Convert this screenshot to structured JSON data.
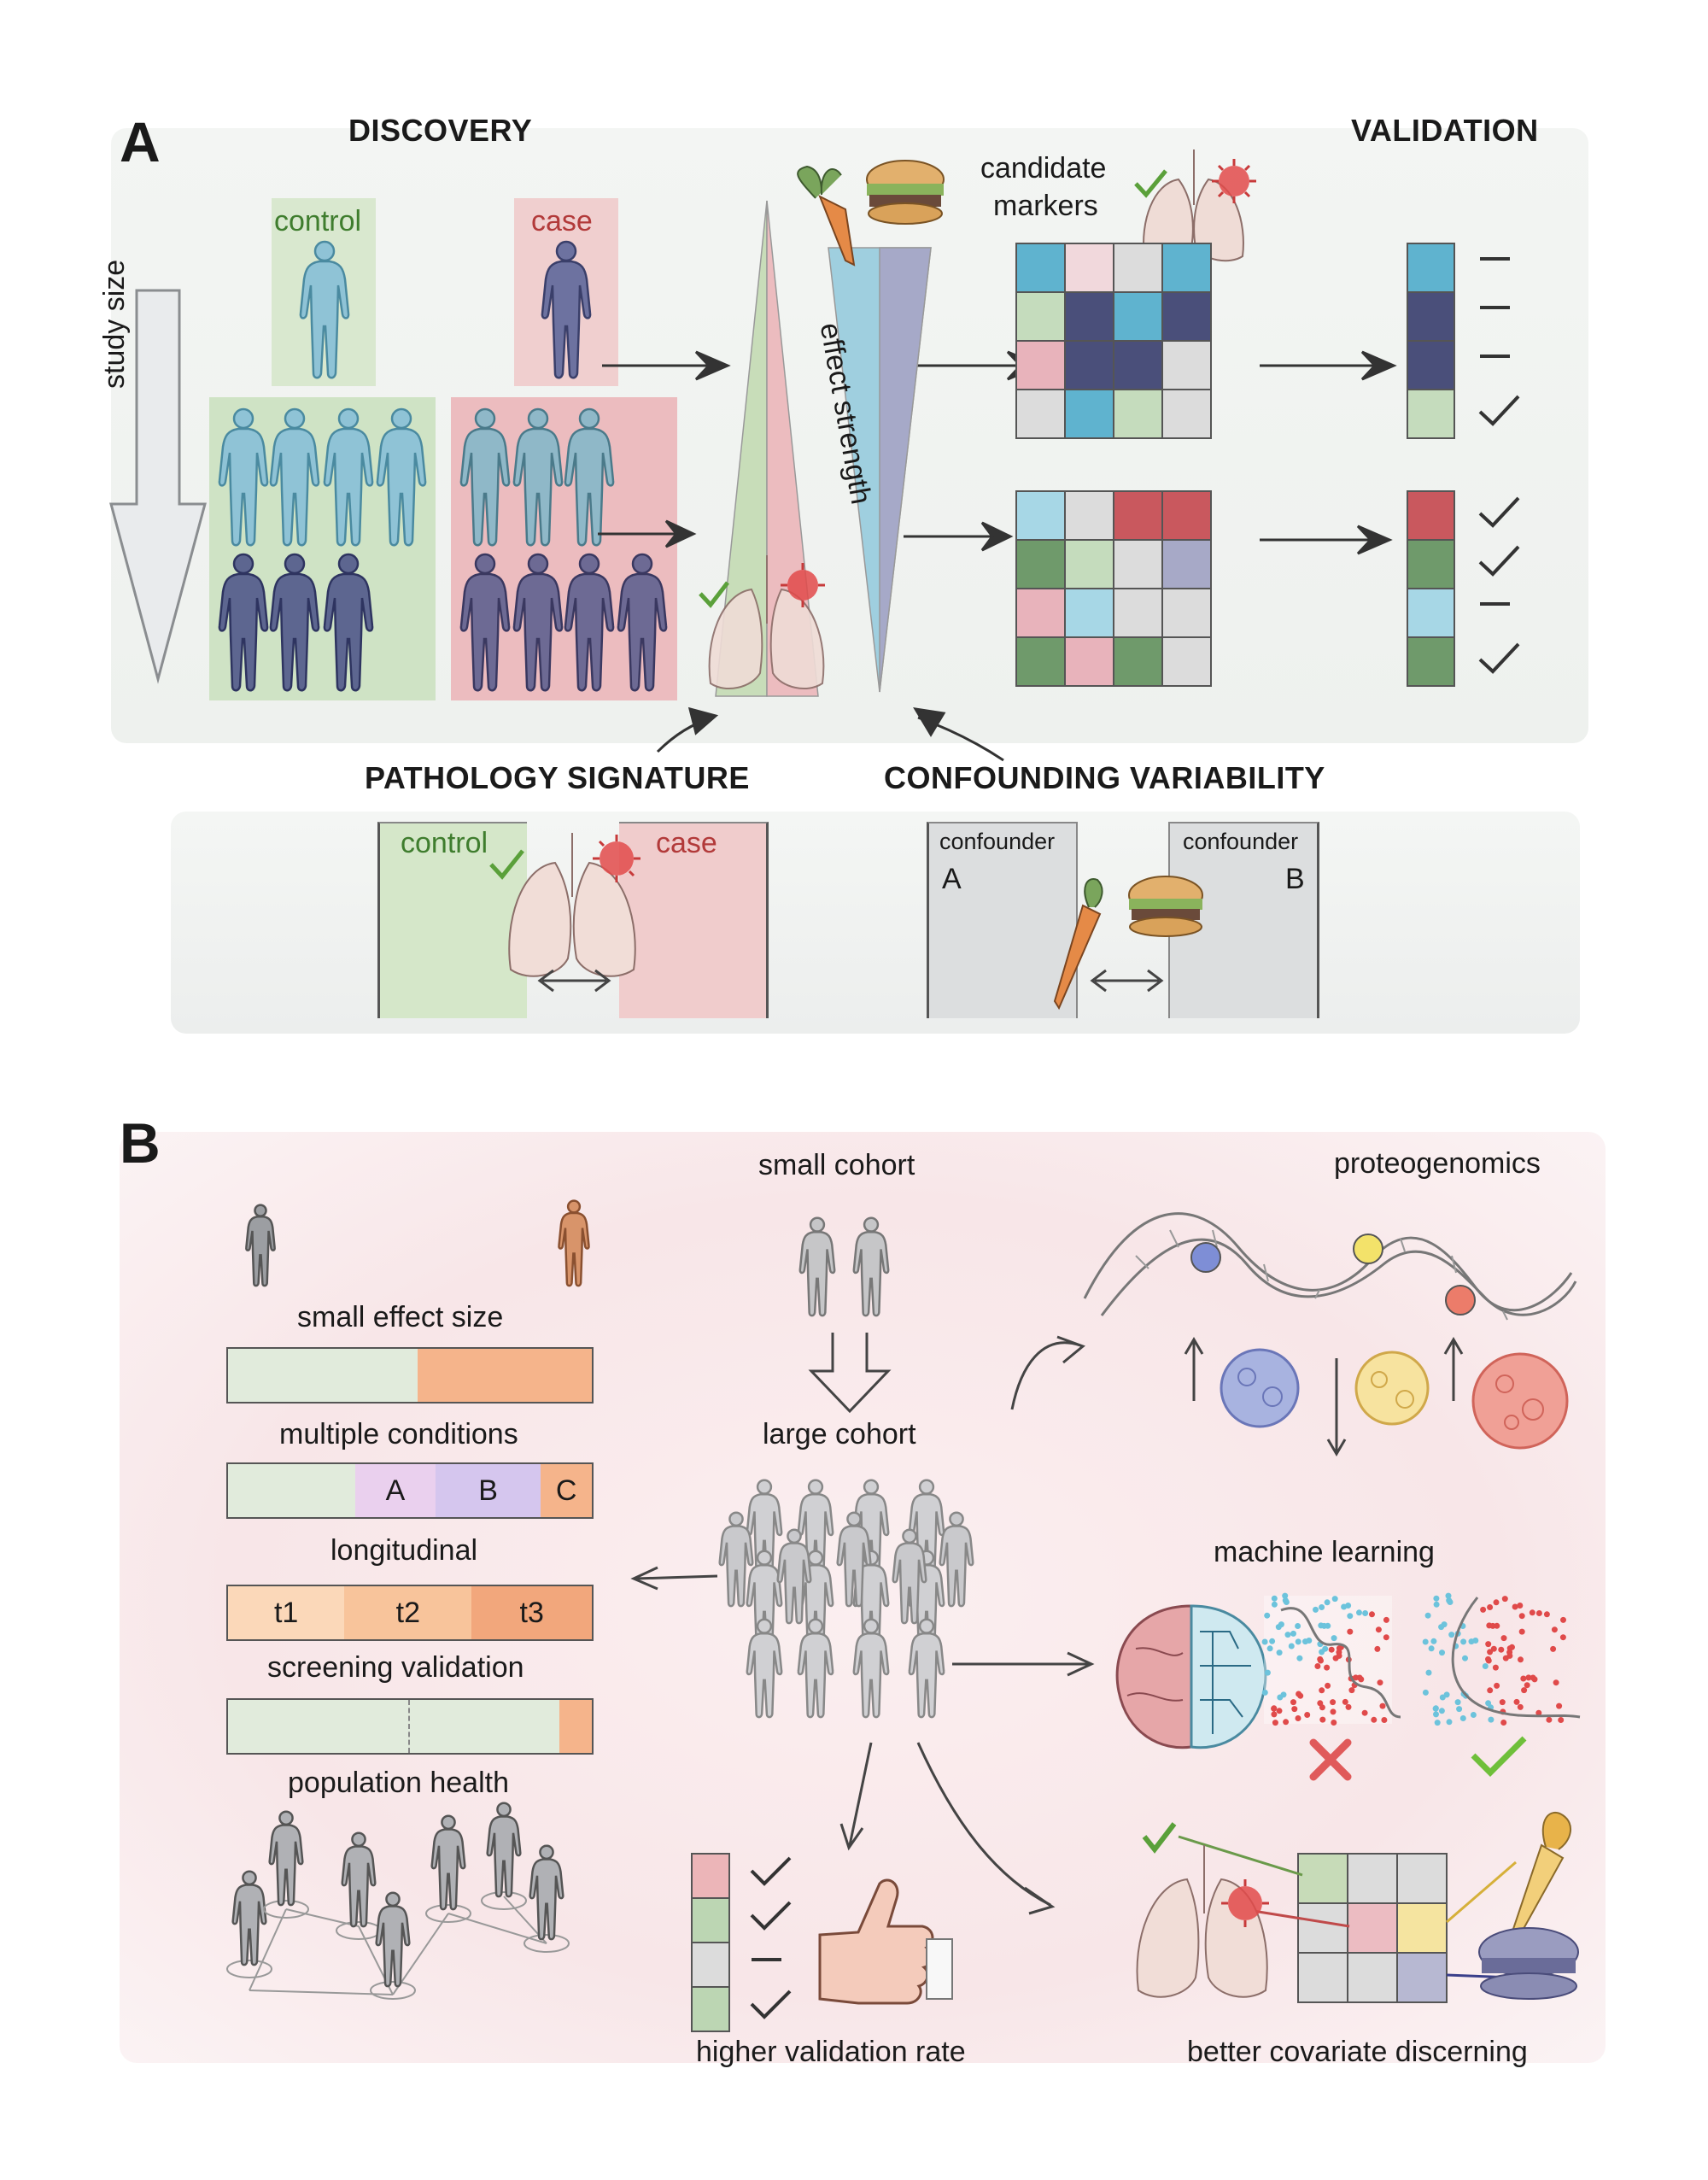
{
  "panel_a": {
    "letter": "A",
    "discovery": "DISCOVERY",
    "validation": "VALIDATION",
    "control": "control",
    "case": "case",
    "study_size": "study size",
    "effect_strength": "effect strength",
    "candidate_markers_1": "candidate",
    "candidate_markers_2": "markers",
    "pathology_signature": "PATHOLOGY SIGNATURE",
    "confounding_variability": "CONFOUNDING VARIABILITY",
    "sig_control": "control",
    "sig_case": "case",
    "confounder_a_label": "confounder",
    "confounder_a_letter": "A",
    "confounder_b_label": "confounder",
    "confounder_b_letter": "B"
  },
  "panel_b": {
    "letter": "B",
    "small_cohort": "small cohort",
    "large_cohort": "large cohort",
    "proteogenomics": "proteogenomics",
    "machine_learning": "machine learning",
    "small_effect_size": "small effect size",
    "multiple_conditions": "multiple conditions",
    "cond_a": "A",
    "cond_b": "B",
    "cond_c": "C",
    "longitudinal": "longitudinal",
    "t1": "t1",
    "t2": "t2",
    "t3": "t3",
    "screening_validation": "screening validation",
    "population_health": "population health",
    "higher_validation_rate": "higher validation rate",
    "better_covariate_discerning": "better covariate discerning"
  },
  "colors": {
    "control_green": "#cfe3c5",
    "case_red": "#eec3c3",
    "blue_person": "#8fc3d6",
    "navy_person": "#5d6690",
    "cell_cyan": "#5fb3cf",
    "cell_navy": "#4a4f7a",
    "cell_green": "#6f9a6b",
    "cell_red": "#c9585e",
    "orange": "#f2b389",
    "lilac": "#dcc4e6"
  }
}
